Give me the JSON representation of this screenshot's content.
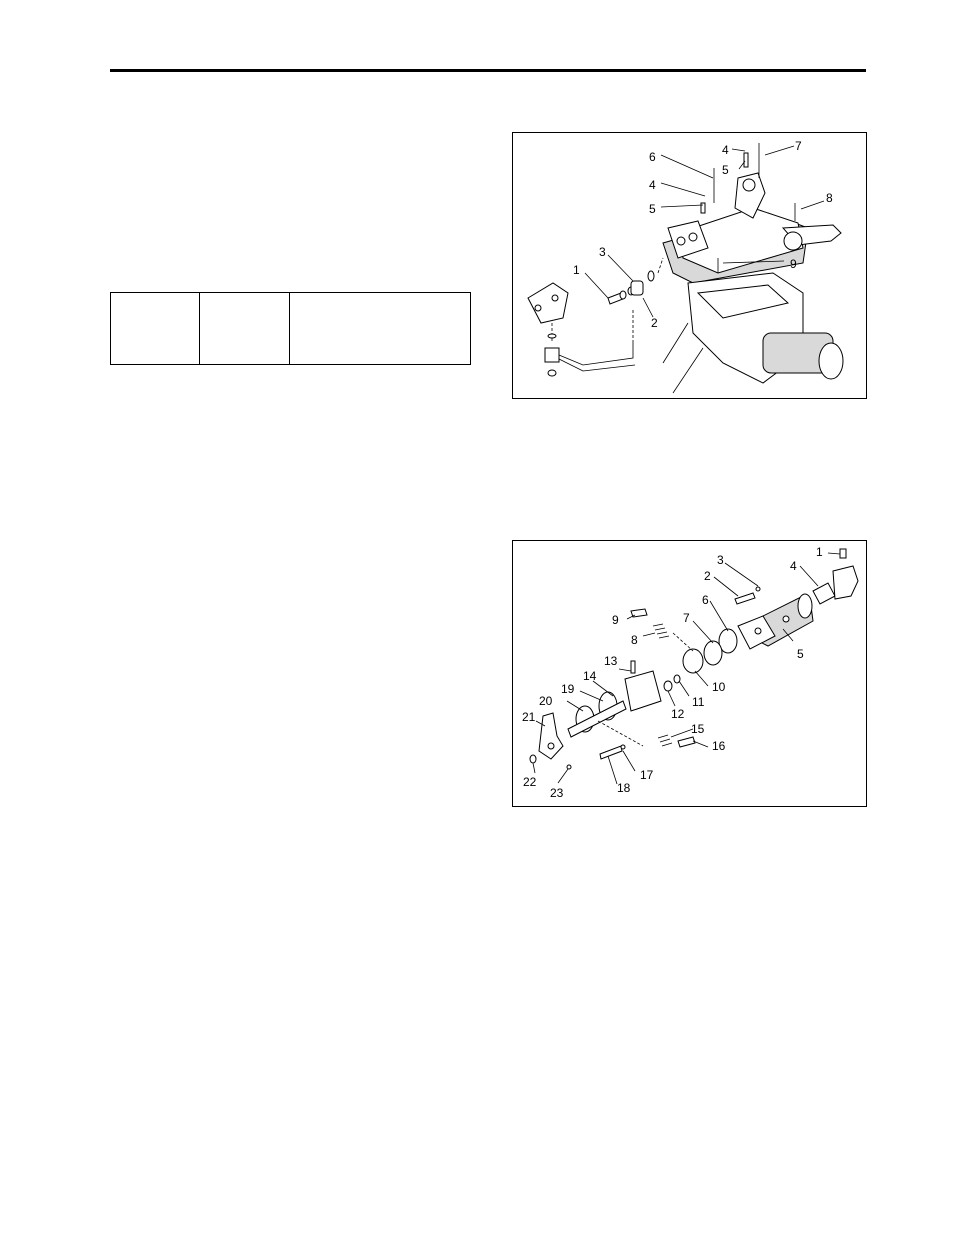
{
  "figure1": {
    "callouts": [
      "1",
      "2",
      "3",
      "4",
      "4",
      "5",
      "5",
      "6",
      "7",
      "8",
      "9"
    ]
  },
  "figure2": {
    "callouts": [
      "1",
      "2",
      "3",
      "4",
      "5",
      "6",
      "7",
      "8",
      "9",
      "10",
      "11",
      "12",
      "13",
      "14",
      "15",
      "16",
      "17",
      "18",
      "19",
      "20",
      "21",
      "22",
      "23"
    ]
  },
  "table": {
    "rows": [
      [
        "",
        "",
        ""
      ]
    ]
  }
}
